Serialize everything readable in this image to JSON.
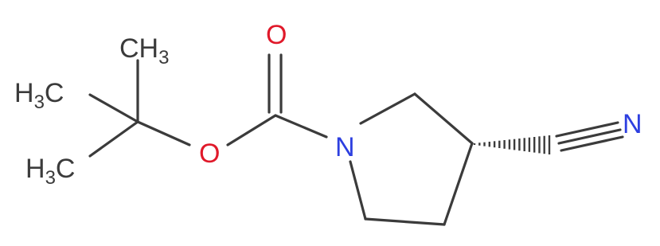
{
  "molecule": {
    "atoms": {
      "ch3_top": {
        "main": "CH",
        "sub": "3"
      },
      "ch3_left_upper": {
        "main": "H",
        "sub": "3",
        "tail": "C"
      },
      "ch3_left_lower": {
        "main": "H",
        "sub": "3",
        "tail": "C"
      },
      "carbonyl_oxygen": {
        "text": "O"
      },
      "ester_oxygen": {
        "text": "O"
      },
      "ring_nitrogen": {
        "text": "N"
      },
      "nitrile_nitrogen": {
        "text": "N"
      }
    },
    "colors": {
      "carbon_bond": "#3b3b3b",
      "oxygen": "#e0192a",
      "nitrogen": "#2d3fe0"
    },
    "stereo_bond": "hashed-wedge"
  }
}
